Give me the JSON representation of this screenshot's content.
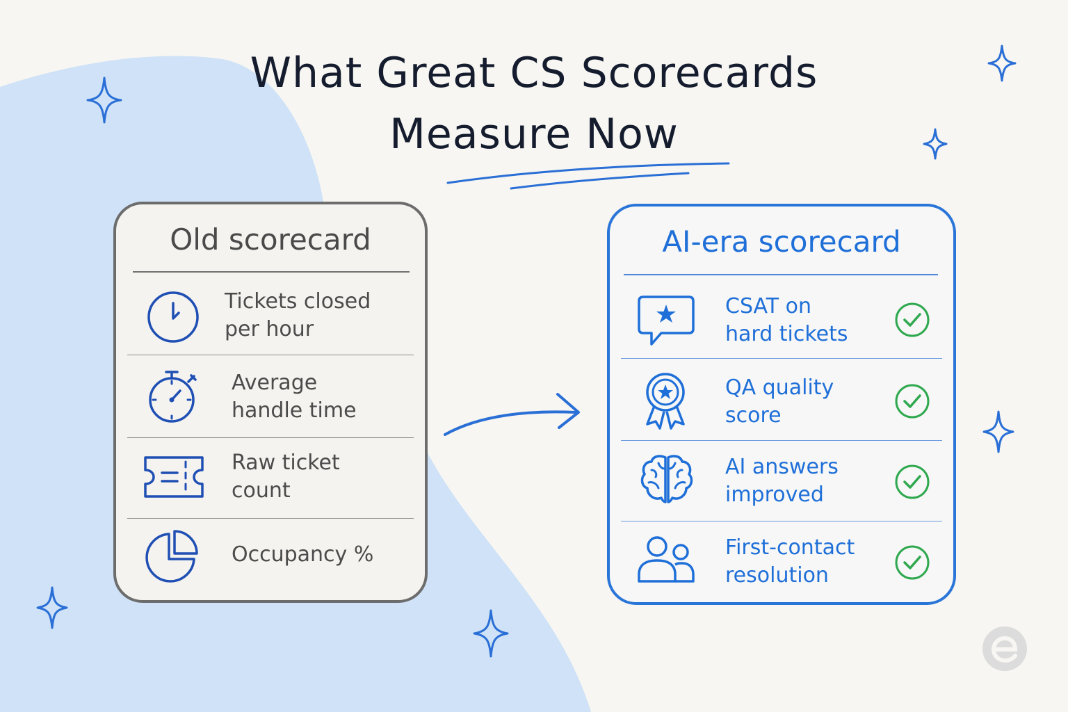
{
  "title": {
    "line1": "What Great CS Scorecards",
    "line2": "Measure Now"
  },
  "old_card": {
    "title": "Old scorecard",
    "rows": [
      {
        "label": "Tickets closed per hour",
        "icon": "clock-icon"
      },
      {
        "label": "Average handle time",
        "icon": "stopwatch-icon"
      },
      {
        "label": "Raw ticket count",
        "icon": "ticket-icon"
      },
      {
        "label": "Occupancy %",
        "icon": "pie-chart-icon"
      }
    ]
  },
  "new_card": {
    "title": "AI-era scorecard",
    "rows": [
      {
        "label": "CSAT on hard tickets",
        "icon": "star-chat-icon",
        "status": "check"
      },
      {
        "label": "QA quality score",
        "icon": "award-ribbon-icon",
        "status": "check"
      },
      {
        "label": "AI answers improved",
        "icon": "brain-icon",
        "status": "check"
      },
      {
        "label": "First-contact resolution",
        "icon": "people-icon",
        "status": "check"
      }
    ]
  },
  "colors": {
    "background": "#f7f6f2",
    "blob": "#cfe2f7",
    "accent_blue": "#1f6fd9",
    "check_green": "#2fa84f",
    "old_gray": "#6c6c6c",
    "ink": "#141c2e"
  }
}
